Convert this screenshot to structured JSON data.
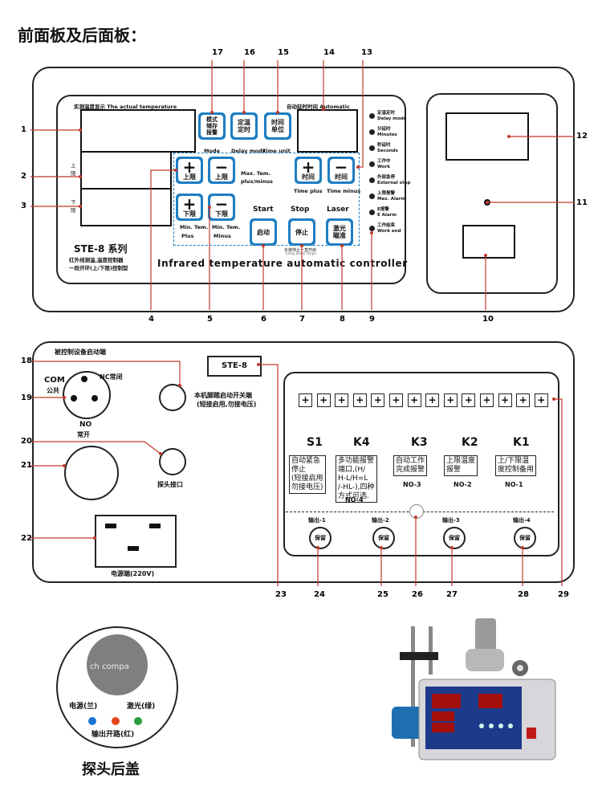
{
  "page": {
    "title": "前面板及后面板：",
    "probe_title": "探头后盖"
  },
  "front": {
    "actual_temp_label": "实测温度显示 The actual temperature",
    "automatic_label": "自动延时时间 Automatic",
    "display_upper_label": "上限",
    "display_lower_label": "下限",
    "model": "STE-8 系列",
    "model_sub1": "红外线测温,温度控制器",
    "model_sub2": "一段开环(上/下限)控制型",
    "banner": "Infrared temperature automatic controller",
    "keys": {
      "mode": "模式\n储存\n报警",
      "delay": "定温\n定时",
      "time_unit": "时间\n单位",
      "upper_plus": "上限",
      "upper_minus": "上限",
      "lower_plus": "下限",
      "lower_minus": "下限",
      "time_plus": "时间",
      "time_minus": "时间",
      "start": "启动",
      "stop": "停止",
      "laser": "激光\n瞄准"
    },
    "texts": {
      "mode": "Mode",
      "delay_mode": "Delay mode",
      "time_unit": "Time unit",
      "max_tem": "Max. Tem.",
      "plus_minus": "plus/minus",
      "min_tem": "Min. Tem.",
      "plus": "Plus",
      "min_tem2": "Min. Tem.",
      "minus": "Minus",
      "start": "Start",
      "stop": "Stop",
      "laser": "Laser",
      "time_plus": "Time plus",
      "time_minus": "Time minus",
      "long_press": "长按停止一直开启",
      "long_press_en": "Long press stops"
    },
    "leds": [
      {
        "cn": "定温定时",
        "en": "Delay mode"
      },
      {
        "cn": "分延时",
        "en": "Minutes"
      },
      {
        "cn": "秒延时",
        "en": "Seconds"
      },
      {
        "cn": "工作中",
        "en": "Work"
      },
      {
        "cn": "外部急停",
        "en": "External stop"
      },
      {
        "cn": "上限报警",
        "en": "Max. Alarm"
      },
      {
        "cn": "E报警",
        "en": "E Alarm"
      },
      {
        "cn": "工作结束",
        "en": "Work end"
      }
    ]
  },
  "callouts_front": [
    "17",
    "16",
    "15",
    "14",
    "13",
    "1",
    "2",
    "3",
    "4",
    "5",
    "6",
    "7",
    "8",
    "9",
    "12",
    "11",
    "10"
  ],
  "back": {
    "title_top": "被控制设备启动端",
    "com": "COM",
    "com_cn": "公共",
    "nc": "NC常闭",
    "no": "NO",
    "no_cn": "常开",
    "ste8": "STE-8",
    "foot_switch": "本机脚踏启动开关端",
    "foot_switch_sub": "(短接启用,勿接电压)",
    "probe_port": "探头接口",
    "power": "电源端(220V)",
    "relays": [
      {
        "name": "S1",
        "text": "自动紧急\n停止\n(短接启用\n勿接电压)",
        "no": ""
      },
      {
        "name": "K4",
        "text": "多功能报警\n端口,(H/\nH-L/H=L\n/-HL-),四种\n方式可选.",
        "no": "NO-4"
      },
      {
        "name": "K3",
        "text": "自动工作\n完成报警",
        "no": "NO-3"
      },
      {
        "name": "K2",
        "text": "上限温度\n报警",
        "no": "NO-2"
      },
      {
        "name": "K1",
        "text": "上/下限温\n度控制备用",
        "no": "NO-1"
      }
    ],
    "outputs": [
      "输出-1",
      "输出-2",
      "输出-3",
      "输出-4"
    ],
    "keep": "保留"
  },
  "callouts_back": [
    "18",
    "19",
    "20",
    "21",
    "22",
    "23",
    "24",
    "25",
    "26",
    "27",
    "28",
    "29"
  ],
  "probe": {
    "power": "电源(兰)",
    "laser": "激光(绿)",
    "output": "输出开路(红)",
    "watermark": "ch compa"
  }
}
